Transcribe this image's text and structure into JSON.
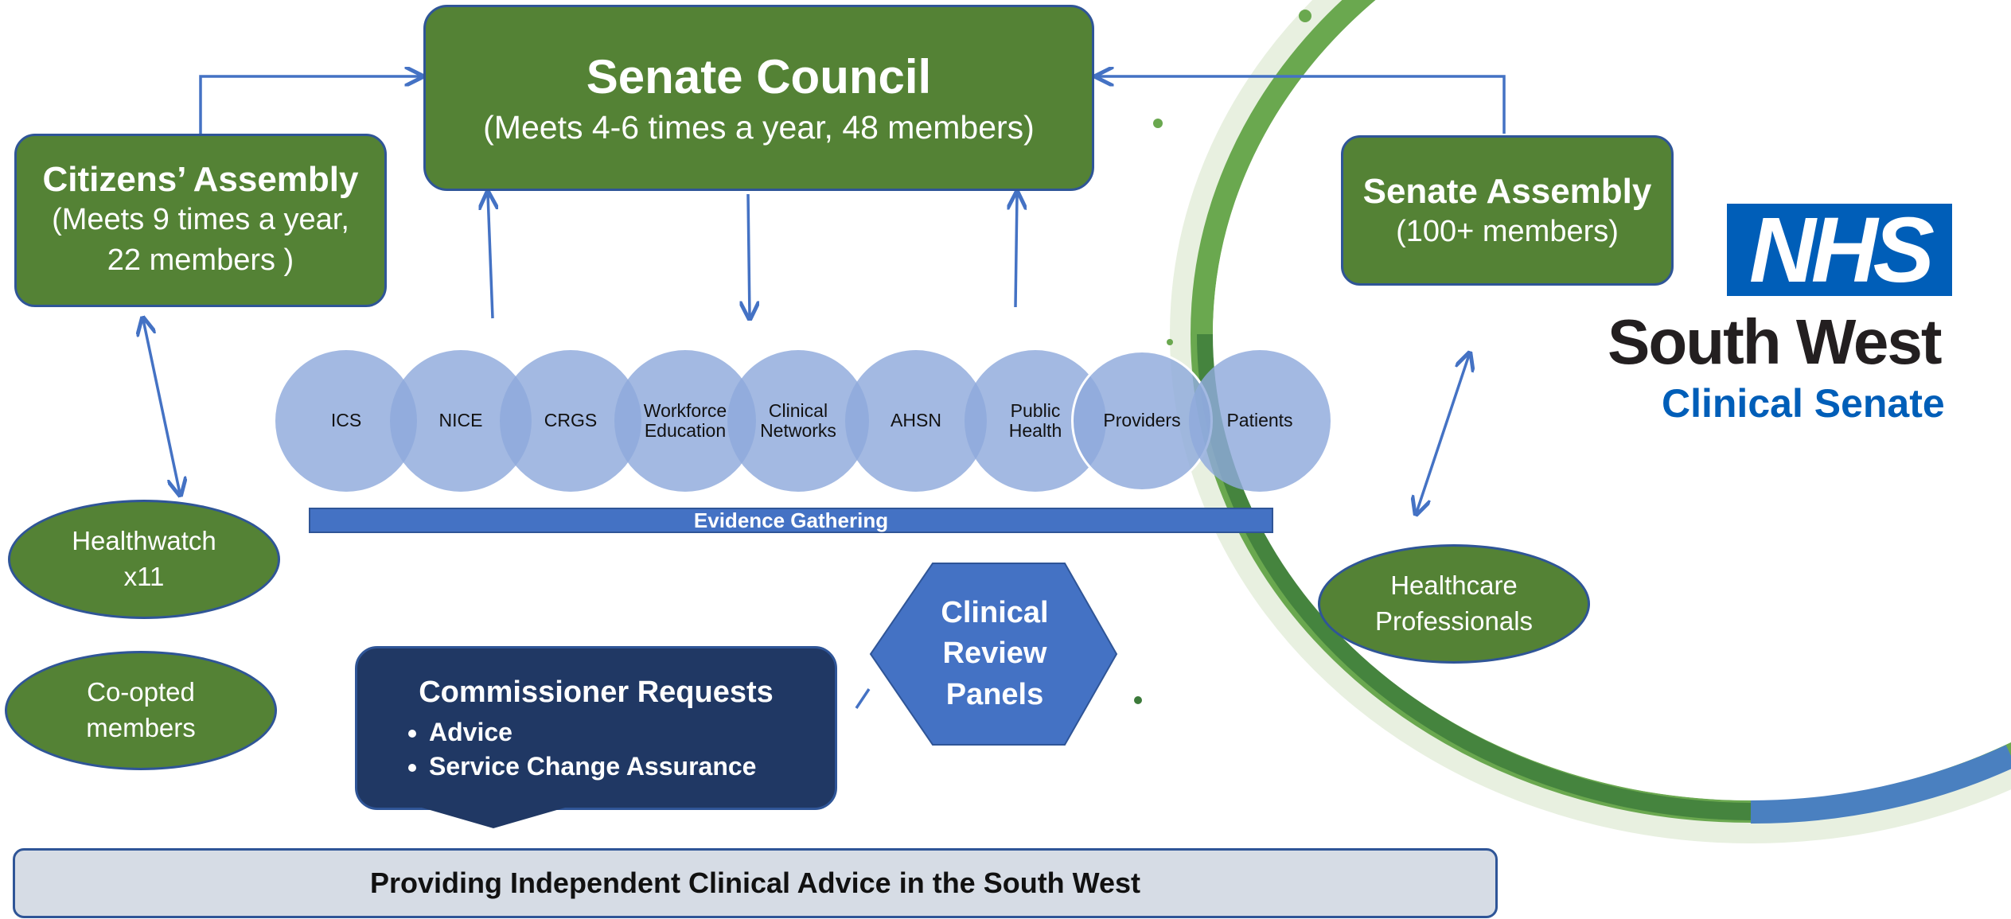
{
  "senate_council": {
    "title": "Senate Council",
    "subtitle": "(Meets 4-6 times a year, 48 members)"
  },
  "citizens_assembly": {
    "title": "Citizens’ Assembly",
    "subtitle": "(Meets 9 times a year, 22 members )"
  },
  "senate_assembly": {
    "title": "Senate Assembly",
    "subtitle": "(100+ members)"
  },
  "healthwatch": {
    "label": "Healthwatch x11"
  },
  "co_opted": {
    "label": "Co-opted members"
  },
  "healthcare_professionals": {
    "label": "Healthcare Professionals"
  },
  "circles": [
    {
      "label": "ICS"
    },
    {
      "label": "NICE"
    },
    {
      "label": "CRGS"
    },
    {
      "label": "Workforce Education"
    },
    {
      "label": "Clinical Networks"
    },
    {
      "label": "AHSN"
    },
    {
      "label": "Public Health"
    },
    {
      "label": "Providers"
    },
    {
      "label": "Patients"
    }
  ],
  "evidence_bar": {
    "label": "Evidence Gathering"
  },
  "commissioner": {
    "title": "Commissioner Requests",
    "items": [
      "Advice",
      "Service Change Assurance"
    ]
  },
  "review_panels": {
    "label": "Clinical Review Panels"
  },
  "footer": {
    "label": "Providing Independent Clinical Advice in the South West"
  },
  "logo": {
    "nhs": "NHS",
    "region": "South West",
    "org": "Clinical Senate"
  },
  "colors": {
    "green": "#548235",
    "blue": "#4472c4",
    "navy": "#203864",
    "nhs_blue": "#005eb8",
    "ring_green": "#6aa84f"
  }
}
